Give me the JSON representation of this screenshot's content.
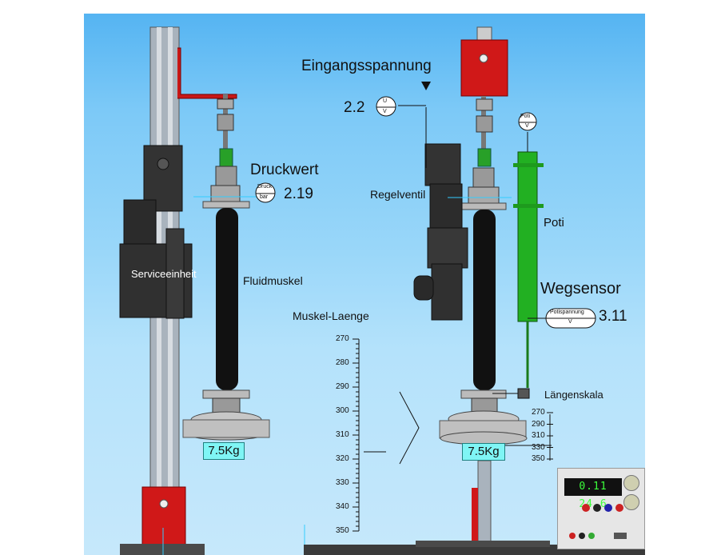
{
  "labels": {
    "eingang_title": "Eingangsspannung",
    "eingang_value": "2.2",
    "eingang_gauge_top": "U",
    "eingang_gauge_bottom": "V",
    "druck_title": "Druckwert",
    "druck_value": "2.19",
    "druck_gauge_top": "Druck",
    "druck_gauge_bottom": "bar",
    "regelventil": "Regelventil",
    "poti": "Poti",
    "poti_gauge_top": "Poti",
    "poti_gauge_bottom": "V",
    "weg_title": "Wegsensor",
    "weg_value": "3.11",
    "weg_gauge_top": "Potispannung",
    "weg_gauge_bottom": "V",
    "service": "Serviceeinheit",
    "fluidmuskel": "Fluidmuskel",
    "muskel_laenge": "Muskel-Laenge",
    "laengenskala": "Längenskala",
    "weight_left": "7.5Kg",
    "weight_right": "7.5Kg"
  },
  "scale_main": [
    "270",
    "280",
    "290",
    "300",
    "310",
    "320",
    "330",
    "340",
    "350"
  ],
  "scale_small": [
    "270",
    "290",
    "310",
    "330",
    "350"
  ],
  "psu": {
    "display": "0.11  24.6"
  },
  "colors": {
    "frame_red": "#d01818",
    "poti_green": "#22b022",
    "muscle_black": "#111111",
    "aluminium": "#a9b3bd"
  }
}
